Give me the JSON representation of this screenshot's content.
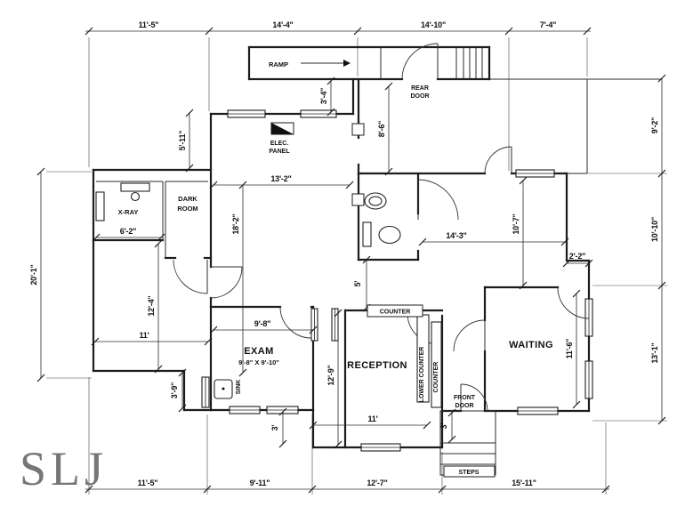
{
  "logo": "SLJ",
  "rooms": {
    "xray": "X-RAY",
    "dark1": "DARK",
    "dark2": "ROOM",
    "exam": "EXAM",
    "exam_size": "9'-8\" X 9'-10\"",
    "reception": "RECEPTION",
    "waiting": "WAITING"
  },
  "features": {
    "ramp": "RAMP",
    "rear1": "REAR",
    "rear2": "DOOR",
    "front1": "FRONT",
    "front2": "DOOR",
    "elec1": "ELEC.",
    "elec2": "PANEL",
    "sink": "SINK",
    "counter_top": "COUNTER",
    "lower_counter": "LOWER COUNTER",
    "counter_side": "COUNTER",
    "steps": "STEPS"
  },
  "dims": {
    "top1": "11'-5\"",
    "top2": "14'-4\"",
    "top3": "14'-10\"",
    "top4": "7'-4\"",
    "bottom1": "11'-5\"",
    "bottom2": "9'-11\"",
    "bottom3": "12'-7\"",
    "bottom4": "15'-11\"",
    "left1": "20'-1\"",
    "right1": "9'-2\"",
    "right2": "10'-10\"",
    "right3": "13'-1\"",
    "d5_11": "5'-11\"",
    "d3_4": "3'-4\"",
    "d8_6": "8'-6\"",
    "d13_2": "13'-2\"",
    "d18_2": "18'-2\"",
    "d6_2": "6'-2\"",
    "d12_4": "12'-4\"",
    "d11_left": "11'",
    "d9_8": "9'-8\"",
    "d12_9": "12'-9\"",
    "d5": "5'",
    "d14_3": "14'-3\"",
    "d10_7": "10'-7\"",
    "d2_2": "2'-2\"",
    "d11_rec": "11'",
    "d3_exam": "3'",
    "d3_9": "3'-9\"",
    "d11_6": "11'-6\"",
    "d3_front": "3'"
  }
}
